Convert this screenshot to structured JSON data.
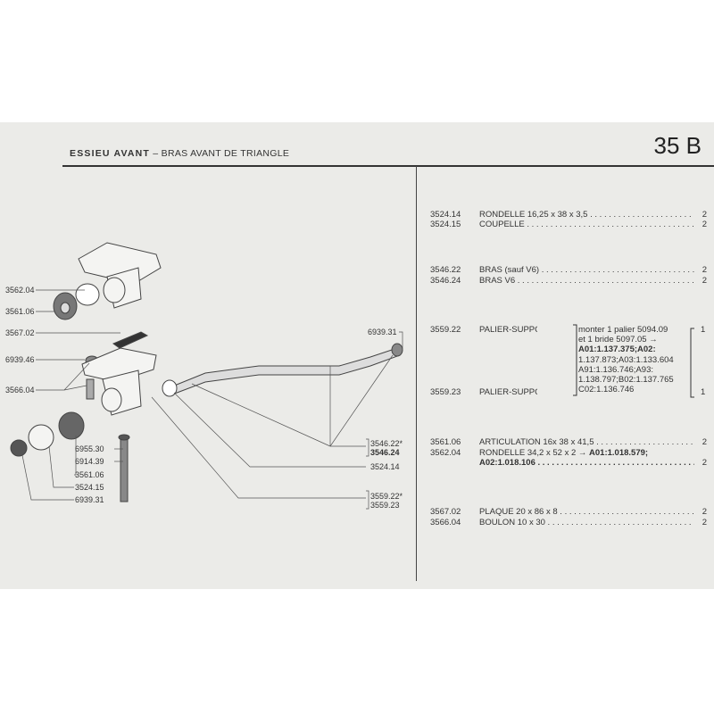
{
  "header": {
    "title_bold": "ESSIEU AVANT",
    "separator": "–",
    "title": "BRAS AVANT DE TRIANGLE",
    "page_number": "35 B"
  },
  "parts": [
    {
      "ref": "3524.14",
      "desc": "RONDELLE 16,25 x 38 x 3,5",
      "qty": "2"
    },
    {
      "ref": "3524.15",
      "desc": "COUPELLE",
      "qty": "2"
    },
    {
      "ref": "3546.22",
      "desc": "BRAS (sauf V6)",
      "qty": "2"
    },
    {
      "ref": "3546.24",
      "desc": "BRAS V6",
      "qty": "2"
    },
    {
      "ref": "3559.22",
      "desc": "PALIER-SUPPORT",
      "qty": "1"
    },
    {
      "ref": "3559.23",
      "desc": "PALIER-SUPPORT",
      "qty": "1"
    },
    {
      "ref": "3561.06",
      "desc": "ARTICULATION 16x 38 x 41,5",
      "qty": "2"
    },
    {
      "ref": "3562.04",
      "desc": "RONDELLE 34,2 x 52 x 2",
      "desc2": "A01:1.018.579;",
      "desc3": "A02:1.018.106",
      "qty": "2"
    },
    {
      "ref": "3567.02",
      "desc": "PLAQUE 20 x 86 x 8",
      "qty": "2"
    },
    {
      "ref": "3566.04",
      "desc": "BOULON 10 x 30",
      "qty": "2"
    }
  ],
  "palier_note": [
    "monter 1 palier 5094.09",
    "et 1 bride 5097.05 →",
    "A01:1.137.375;A02:",
    "1.137.873;A03:1.133.604",
    "A91:1.136.746;A93:",
    "1.138.797;B02:1.137.765",
    "C02:1.136.746"
  ],
  "callouts": {
    "left": [
      "3562.04",
      "3561.06",
      "3567.02",
      "6939.46",
      "3566.04"
    ],
    "bottom": [
      "6955.30",
      "6914.39",
      "3561.06",
      "3524.15",
      "6939.31"
    ],
    "right": [
      "6939.31",
      "3546.22*",
      "3546.24",
      "3524.14",
      "3559.22*",
      "3559.23"
    ]
  }
}
